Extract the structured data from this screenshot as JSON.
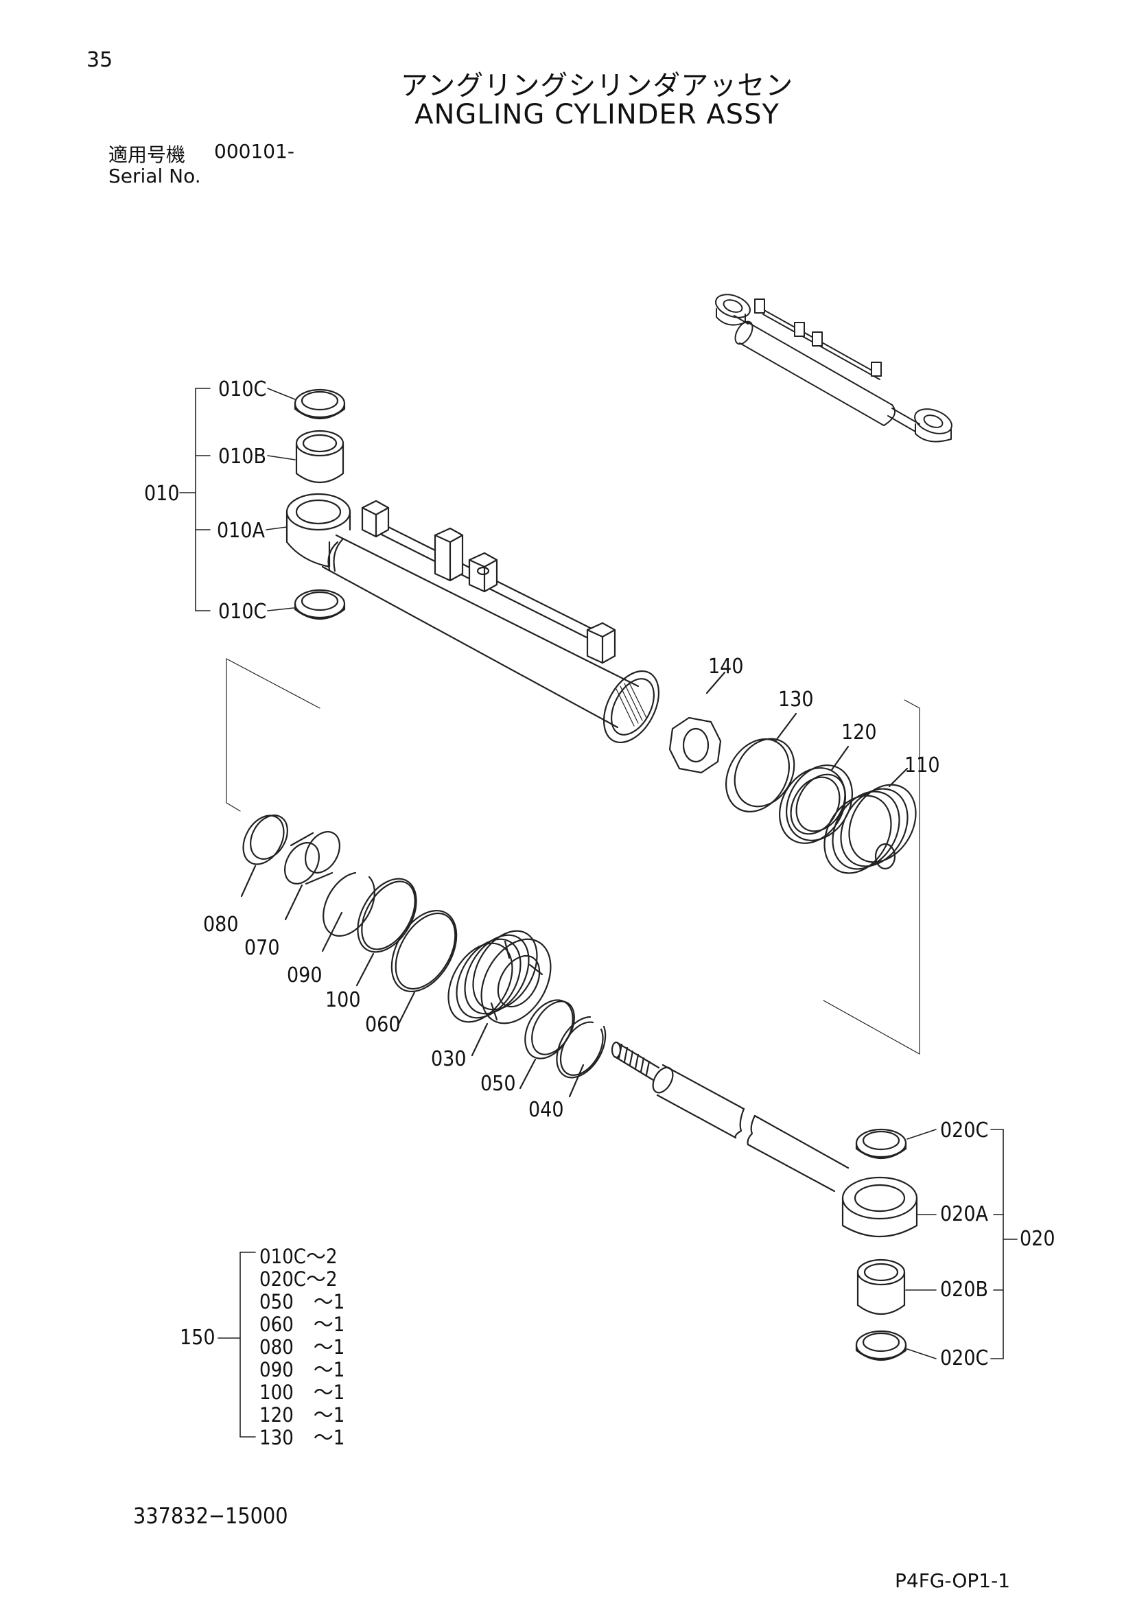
{
  "page_number": "35",
  "title_jp": "アングリングシリンダアッセン",
  "title_en": "ANGLING CYLINDER ASSY",
  "serial": {
    "label_jp": "適用号機",
    "value": "000101-",
    "label_en": "Serial No."
  },
  "callouts": {
    "c010": "010",
    "c010A": "010A",
    "c010B": "010B",
    "c010C_top": "010C",
    "c010C_bottom": "010C",
    "c020": "020",
    "c020A": "020A",
    "c020B": "020B",
    "c020C_top": "020C",
    "c020C_bottom": "020C",
    "c030": "030",
    "c040": "040",
    "c050": "050",
    "c060": "060",
    "c070": "070",
    "c080": "080",
    "c090": "090",
    "c100": "100",
    "c110": "110",
    "c120": "120",
    "c130": "130",
    "c140": "140"
  },
  "kit": {
    "label": "150",
    "items": [
      "010C～2",
      "020C～2",
      "050　～1",
      "060　～1",
      "080　～1",
      "090　～1",
      "100　～1",
      "120　～1",
      "130　～1"
    ]
  },
  "drawing_number": "337832−15000",
  "page_code": "P4FG-OP1-1"
}
